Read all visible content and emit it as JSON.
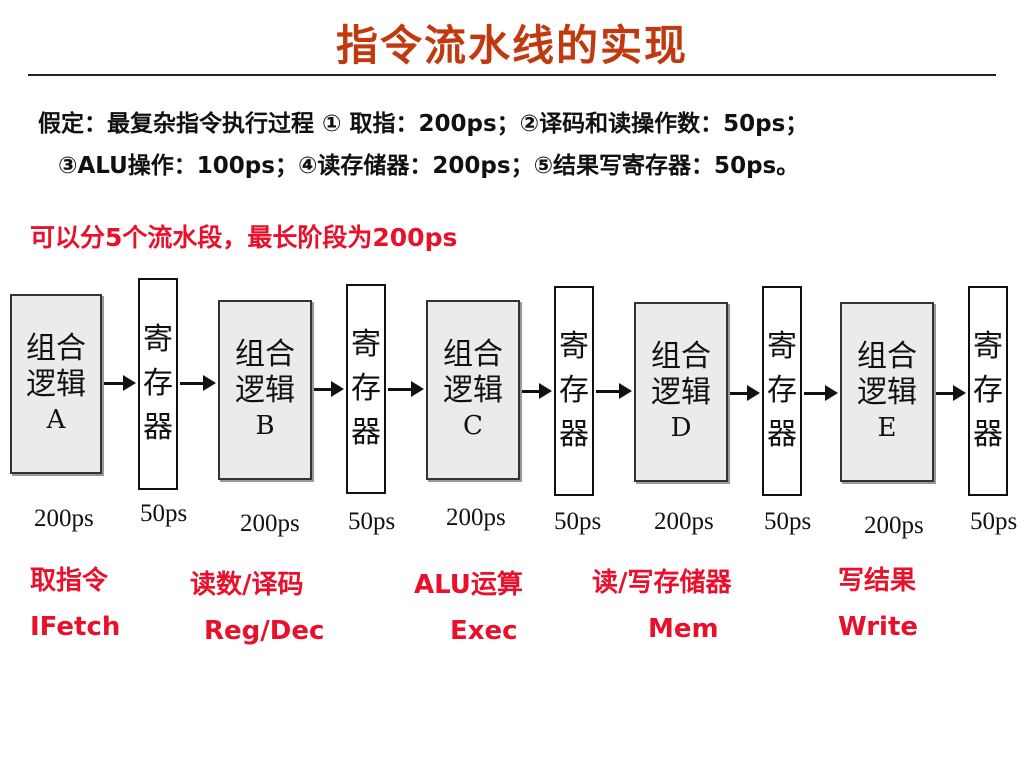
{
  "title": "指令流水线的实现",
  "assumption": {
    "line1": "假定：最复杂指令执行过程 ① 取指：200ps；②译码和读操作数：50ps；",
    "line2": "③ALU操作：100ps；④读存储器：200ps；⑤结果写寄存器：50ps。"
  },
  "headline": "可以分5个流水段，最长阶段为200ps",
  "logic_line1": "组合",
  "logic_line2": "逻辑",
  "register_chars": [
    "寄",
    "存",
    "器"
  ],
  "logic_blocks": [
    {
      "letter": "A",
      "time": "200ps"
    },
    {
      "letter": "B",
      "time": "200ps"
    },
    {
      "letter": "C",
      "time": "200ps"
    },
    {
      "letter": "D",
      "time": "200ps"
    },
    {
      "letter": "E",
      "time": "200ps"
    }
  ],
  "register_times": [
    "50ps",
    "50ps",
    "50ps",
    "50ps",
    "50ps"
  ],
  "stages": [
    {
      "cn": "取指令",
      "en": "IFetch"
    },
    {
      "cn": "读数/译码",
      "en": "Reg/Dec"
    },
    {
      "cn": "ALU运算",
      "en": "Exec"
    },
    {
      "cn": "读/写存储器",
      "en": "Mem"
    },
    {
      "cn": "写结果",
      "en": "Write"
    }
  ],
  "colors": {
    "title": "#c0390f",
    "accent": "#e8102a"
  }
}
